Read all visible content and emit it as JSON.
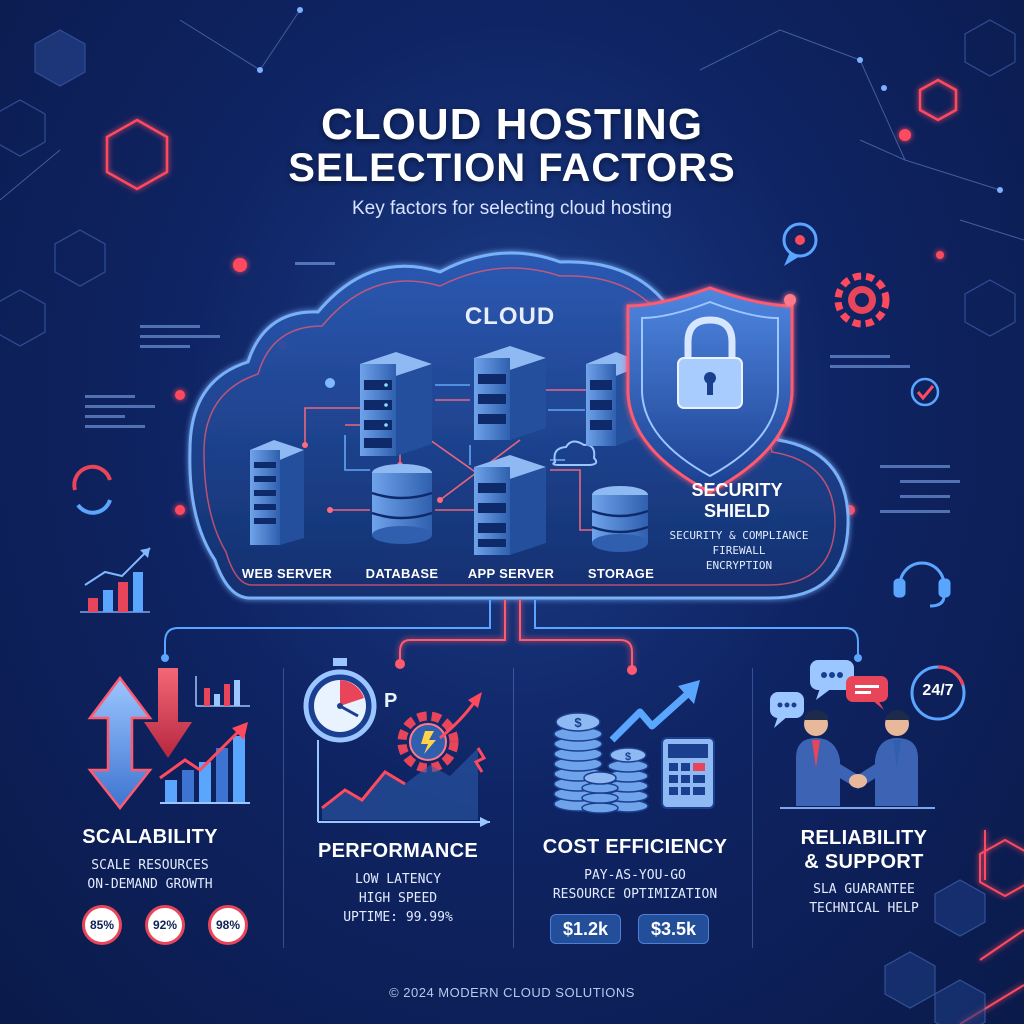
{
  "header": {
    "title_line1": "CLOUD HOSTING",
    "title_line2": "SELECTION FACTORS",
    "subtitle": "Key factors for selecting cloud hosting"
  },
  "cloud": {
    "label": "CLOUD",
    "servers": [
      "WEB SERVER",
      "DATABASE",
      "APP SERVER",
      "STORAGE"
    ]
  },
  "security": {
    "title_line1": "SECURITY",
    "title_line2": "SHIELD",
    "lines": [
      "SECURITY & COMPLIANCE",
      "FIREWALL",
      "ENCRYPTION"
    ]
  },
  "factors": {
    "scalability": {
      "title": "SCALABILITY",
      "lines": [
        "SCALE RESOURCES",
        "ON-DEMAND GROWTH"
      ],
      "badges": [
        "85%",
        "92%",
        "98%"
      ]
    },
    "performance": {
      "title": "PERFORMANCE",
      "lines": [
        "LOW LATENCY",
        "HIGH SPEED",
        "UPTIME: 99.99%"
      ],
      "gauge_letter": "P"
    },
    "cost": {
      "title": "COST EFFICIENCY",
      "lines": [
        "PAY-AS-YOU-GO",
        "RESOURCE OPTIMIZATION"
      ],
      "prices": [
        "$1.2k",
        "$3.5k"
      ],
      "coin_symbol": "$"
    },
    "reliability": {
      "title_line1": "RELIABILITY",
      "title_line2": "& SUPPORT",
      "lines": [
        "SLA GUARANTEE",
        "TECHNICAL HELP"
      ],
      "badge": "24/7"
    }
  },
  "footer": {
    "text": "© 2024 MODERN CLOUD SOLUTIONS"
  },
  "colors": {
    "accent_red": "#ff4a5e",
    "accent_blue": "#5aa6ff",
    "bg_dark": "#0a1a4a"
  },
  "icons": [
    "lock-icon",
    "gear-icon",
    "headset-icon",
    "checkmark-icon",
    "chat-icon",
    "stopwatch-icon",
    "calculator-icon",
    "handshake-icon"
  ]
}
